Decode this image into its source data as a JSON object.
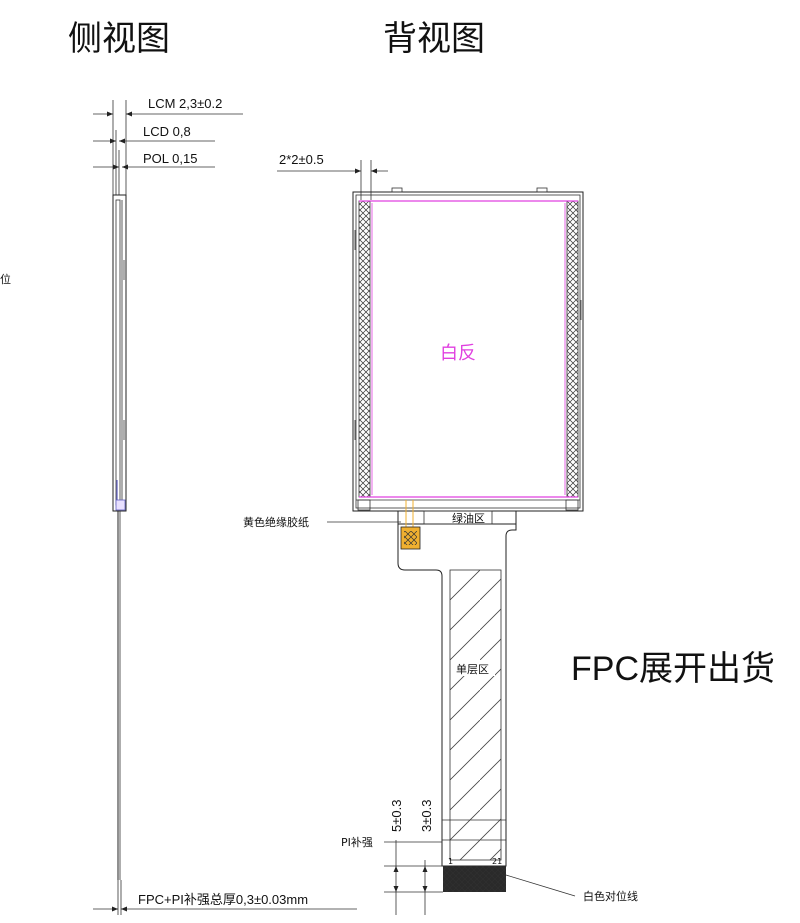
{
  "titles": {
    "side_view": "侧视图",
    "back_view": "背视图",
    "fpc_note": "FPC展开出货"
  },
  "side_dims": {
    "lcm": "LCM 2,3±0.2",
    "lcd": "LCD 0,8",
    "pol": "POL 0,15",
    "fpc_pi": "FPC+PI补强总厚0,3±0.03mm",
    "left_cut": "位"
  },
  "back_dims": {
    "corner": "2*2±0.5",
    "dim_5": "5±0.3",
    "dim_3": "3±0.3"
  },
  "labels": {
    "white_reflect": "白反",
    "yellow_tape": "黄色绝缘胶纸",
    "green_oil": "绿油区",
    "single_layer": "单层区",
    "pi_stiffener": "PI补强",
    "white_align": "白色对位线",
    "pin_1": "1",
    "pin_21": "21"
  },
  "colors": {
    "magenta": "#e040e0",
    "tape": "#f0b030",
    "line": "#222222"
  }
}
